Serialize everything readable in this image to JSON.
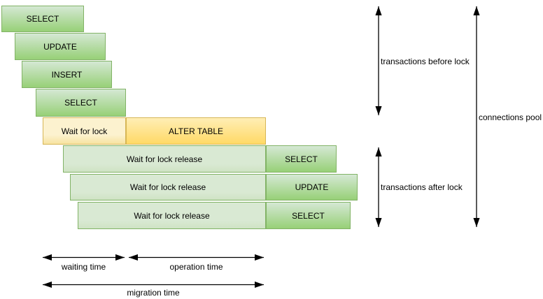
{
  "diagram": {
    "boxes": {
      "before_lock": [
        "SELECT",
        "UPDATE",
        "INSERT",
        "SELECT"
      ],
      "lock_row": {
        "wait": "Wait for lock",
        "alter": "ALTER TABLE"
      },
      "after_lock": [
        {
          "wait": "Wait for lock release",
          "action": "SELECT"
        },
        {
          "wait": "Wait for lock release",
          "action": "UPDATE"
        },
        {
          "wait": "Wait for lock release",
          "action": "SELECT"
        }
      ]
    },
    "annotations": {
      "before_lock": "transactions before lock",
      "after_lock": "transactions after lock",
      "connections_pool": "connections pool"
    },
    "timeline": {
      "waiting": "waiting time",
      "operation": "operation time",
      "migration": "migration time"
    },
    "colors": {
      "background": "#ffffff",
      "green_fill": "#d5e8d4",
      "green_gradient": "#97d077",
      "green_border": "#82b366",
      "yellow_fill": "#fff2cc",
      "yellow_gradient": "#ffd966",
      "yellow_border": "#d6b656",
      "arrow": "#000000",
      "text": "#000000"
    }
  }
}
